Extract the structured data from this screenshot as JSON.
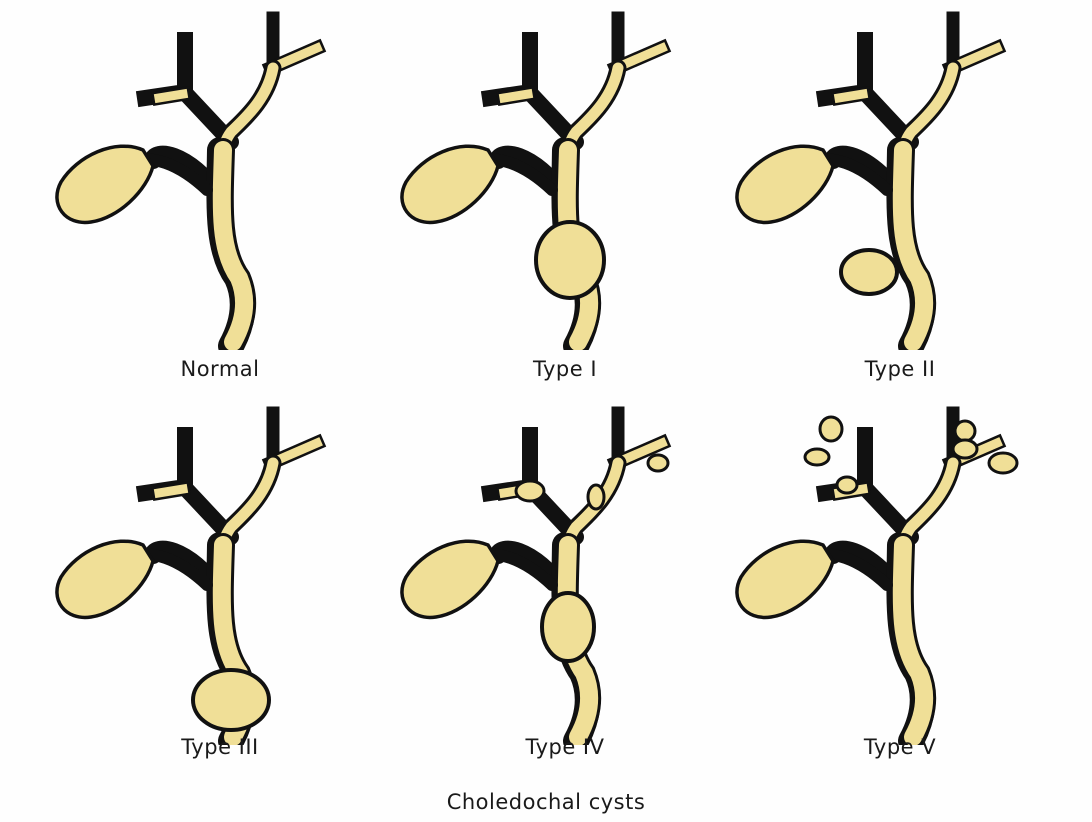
{
  "title": "Choledochal cysts",
  "colors": {
    "duct_fill": "#f0df97",
    "outline": "#111111",
    "background": "#fefefe"
  },
  "panels": [
    {
      "label": "Normal"
    },
    {
      "label": "Type I"
    },
    {
      "label": "Type II"
    },
    {
      "label": "Type III"
    },
    {
      "label": "Type IV"
    },
    {
      "label": "Type V"
    }
  ]
}
